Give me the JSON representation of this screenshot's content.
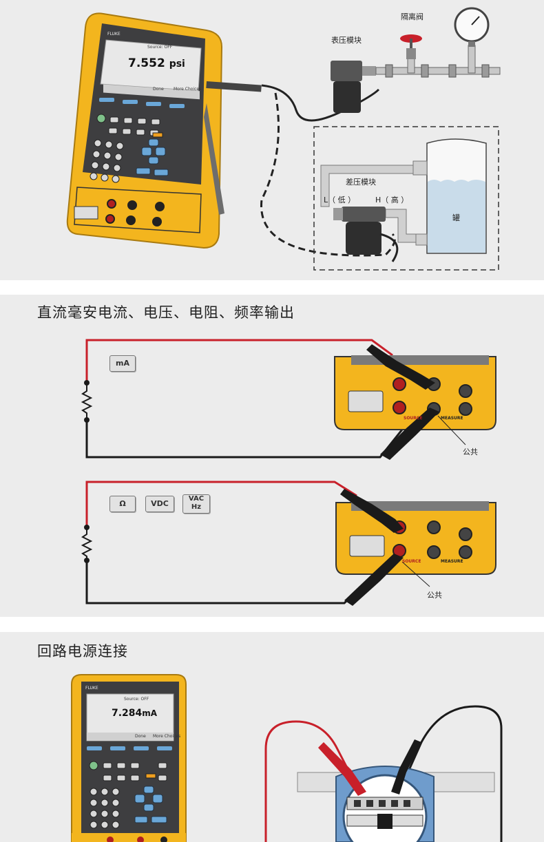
{
  "panel1": {
    "labels": {
      "gauge_module": "表压模块",
      "isolation_valve": "隔离阀",
      "diff_module": "差压模块",
      "low_port": "L（ 低 ）",
      "high_port": "H（ 高 ）",
      "tank": "罐"
    },
    "device": {
      "brand": "FLUKE",
      "status": "Source: OFF",
      "reading": "7.552",
      "unit": "psi",
      "menu": [
        "",
        "",
        "Done",
        "More Choices"
      ]
    }
  },
  "panel2": {
    "title": "直流毫安电流、电压、电阻、频率输出",
    "circuit1": {
      "mode_buttons": [
        "mA"
      ],
      "common_label": "公共",
      "source_label": "SOURCE",
      "measure_label": "MEASURE"
    },
    "circuit2": {
      "mode_buttons": [
        "Ω",
        "VDC",
        "VAC Hz"
      ],
      "common_label": "公共",
      "source_label": "SOURCE",
      "measure_label": "MEASURE"
    }
  },
  "panel3": {
    "title": "回路电源连接",
    "device": {
      "brand": "FLUKE",
      "status": "Source: OFF",
      "reading": "7.284",
      "unit": "mA",
      "menu": [
        "",
        "",
        "Done",
        "More Choices"
      ]
    }
  },
  "colors": {
    "panel_bg": "#ececec",
    "device_yellow": "#f3b51e",
    "lead_red": "#c8202a",
    "lead_black": "#1a1a1a",
    "tank_fluid": "#c9dcea",
    "transmitter_blue": "#6f9ccc"
  },
  "icons": [
    "resistor-icon",
    "valve-icon",
    "gauge-icon",
    "probe-icon",
    "tank-icon"
  ]
}
